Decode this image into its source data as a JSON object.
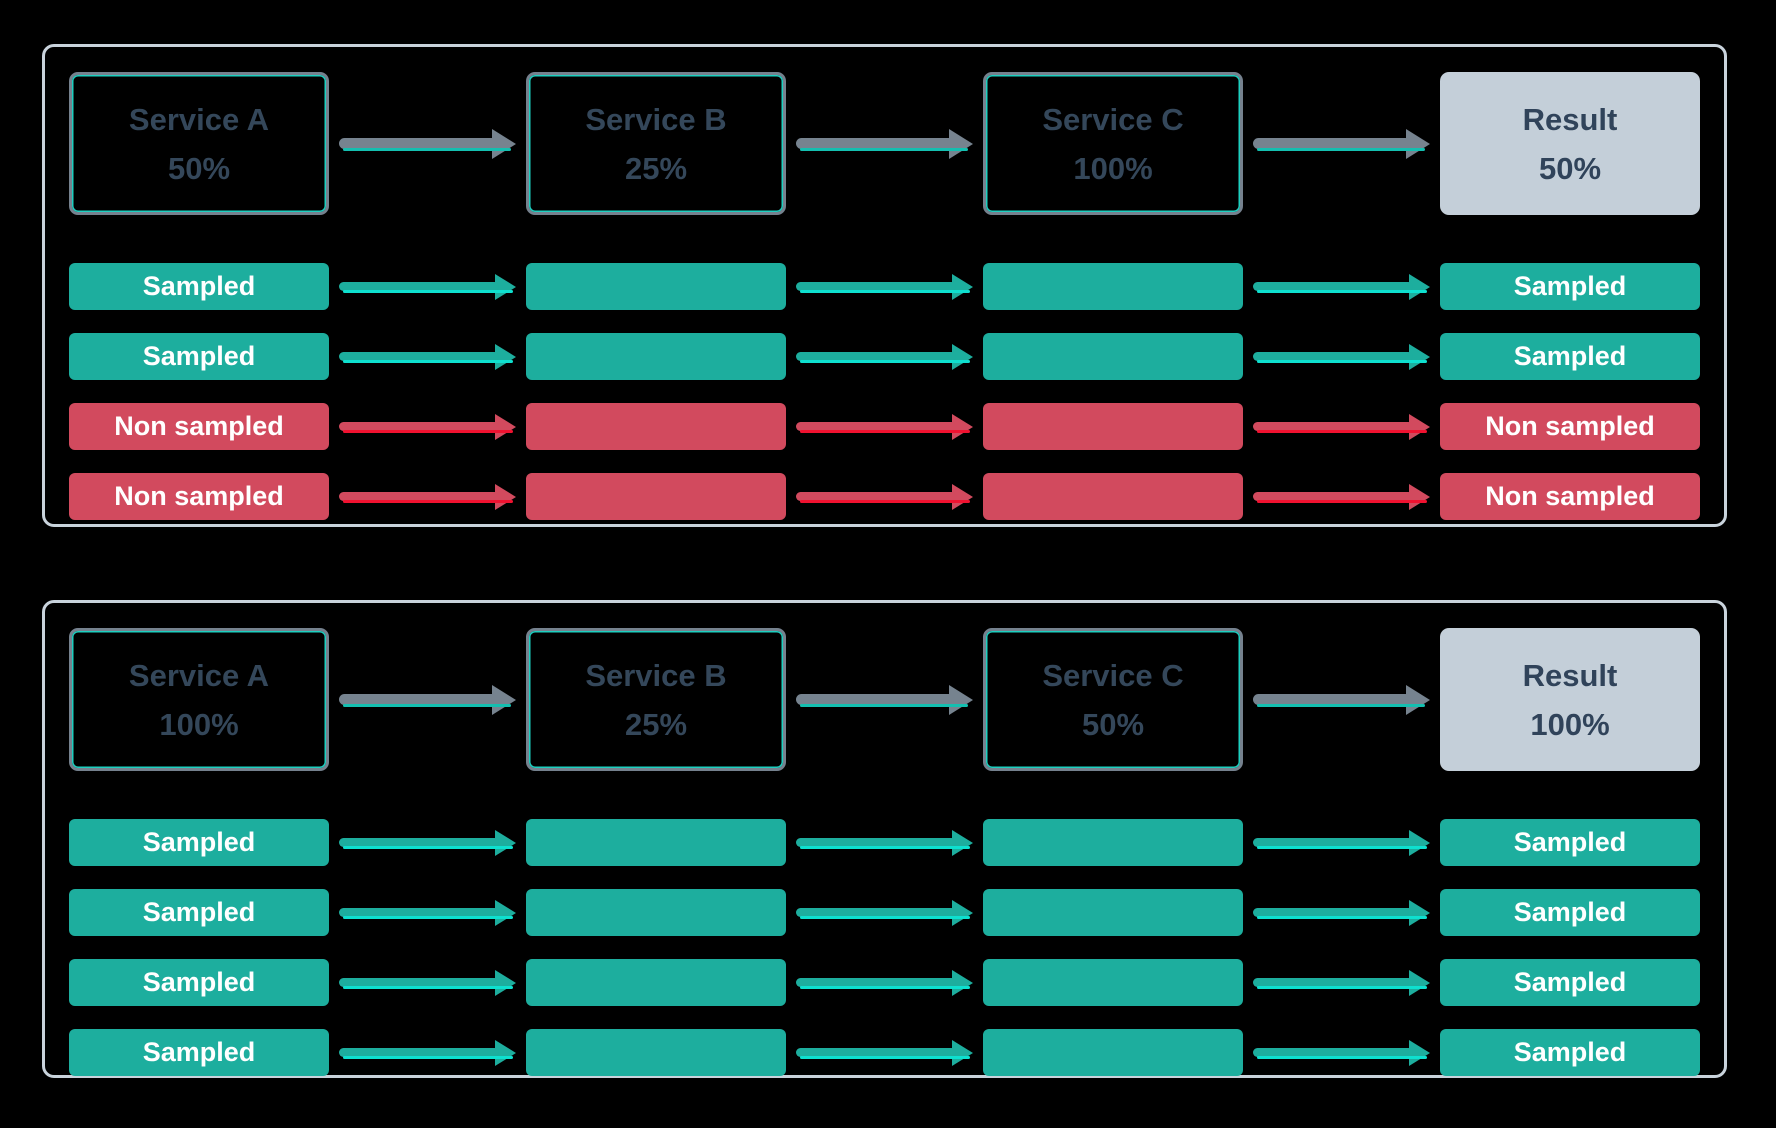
{
  "colors": {
    "background": "#000000",
    "panel_border": "#c9d3dc",
    "service_box_border": "#75818e",
    "service_box_accent": "#1dcfc0",
    "service_text": "#34475a",
    "result_fill": "#c4cfd9",
    "result_text": "#30435a",
    "sampled_fill": "#1dae9e",
    "sampled_accent": "#0ee0cf",
    "non_sampled_fill": "#d24a5e",
    "non_sampled_accent": "#f01230",
    "trunk_arrow": "#76838f",
    "trunk_arrow_accent": "#14bfb0",
    "label_text": "#ffffff"
  },
  "panels": [
    {
      "services": [
        {
          "name": "Service A",
          "rate": "50%"
        },
        {
          "name": "Service B",
          "rate": "25%"
        },
        {
          "name": "Service C",
          "rate": "100%"
        }
      ],
      "result": {
        "title": "Result",
        "rate": "50%"
      },
      "traces": [
        {
          "label": "Sampled",
          "status": "sampled"
        },
        {
          "label": "Sampled",
          "status": "sampled"
        },
        {
          "label": "Non sampled",
          "status": "non_sampled"
        },
        {
          "label": "Non sampled",
          "status": "non_sampled"
        }
      ]
    },
    {
      "services": [
        {
          "name": "Service A",
          "rate": "100%"
        },
        {
          "name": "Service B",
          "rate": "25%"
        },
        {
          "name": "Service C",
          "rate": "50%"
        }
      ],
      "result": {
        "title": "Result",
        "rate": "100%"
      },
      "traces": [
        {
          "label": "Sampled",
          "status": "sampled"
        },
        {
          "label": "Sampled",
          "status": "sampled"
        },
        {
          "label": "Sampled",
          "status": "sampled"
        },
        {
          "label": "Sampled",
          "status": "sampled"
        }
      ]
    }
  ]
}
